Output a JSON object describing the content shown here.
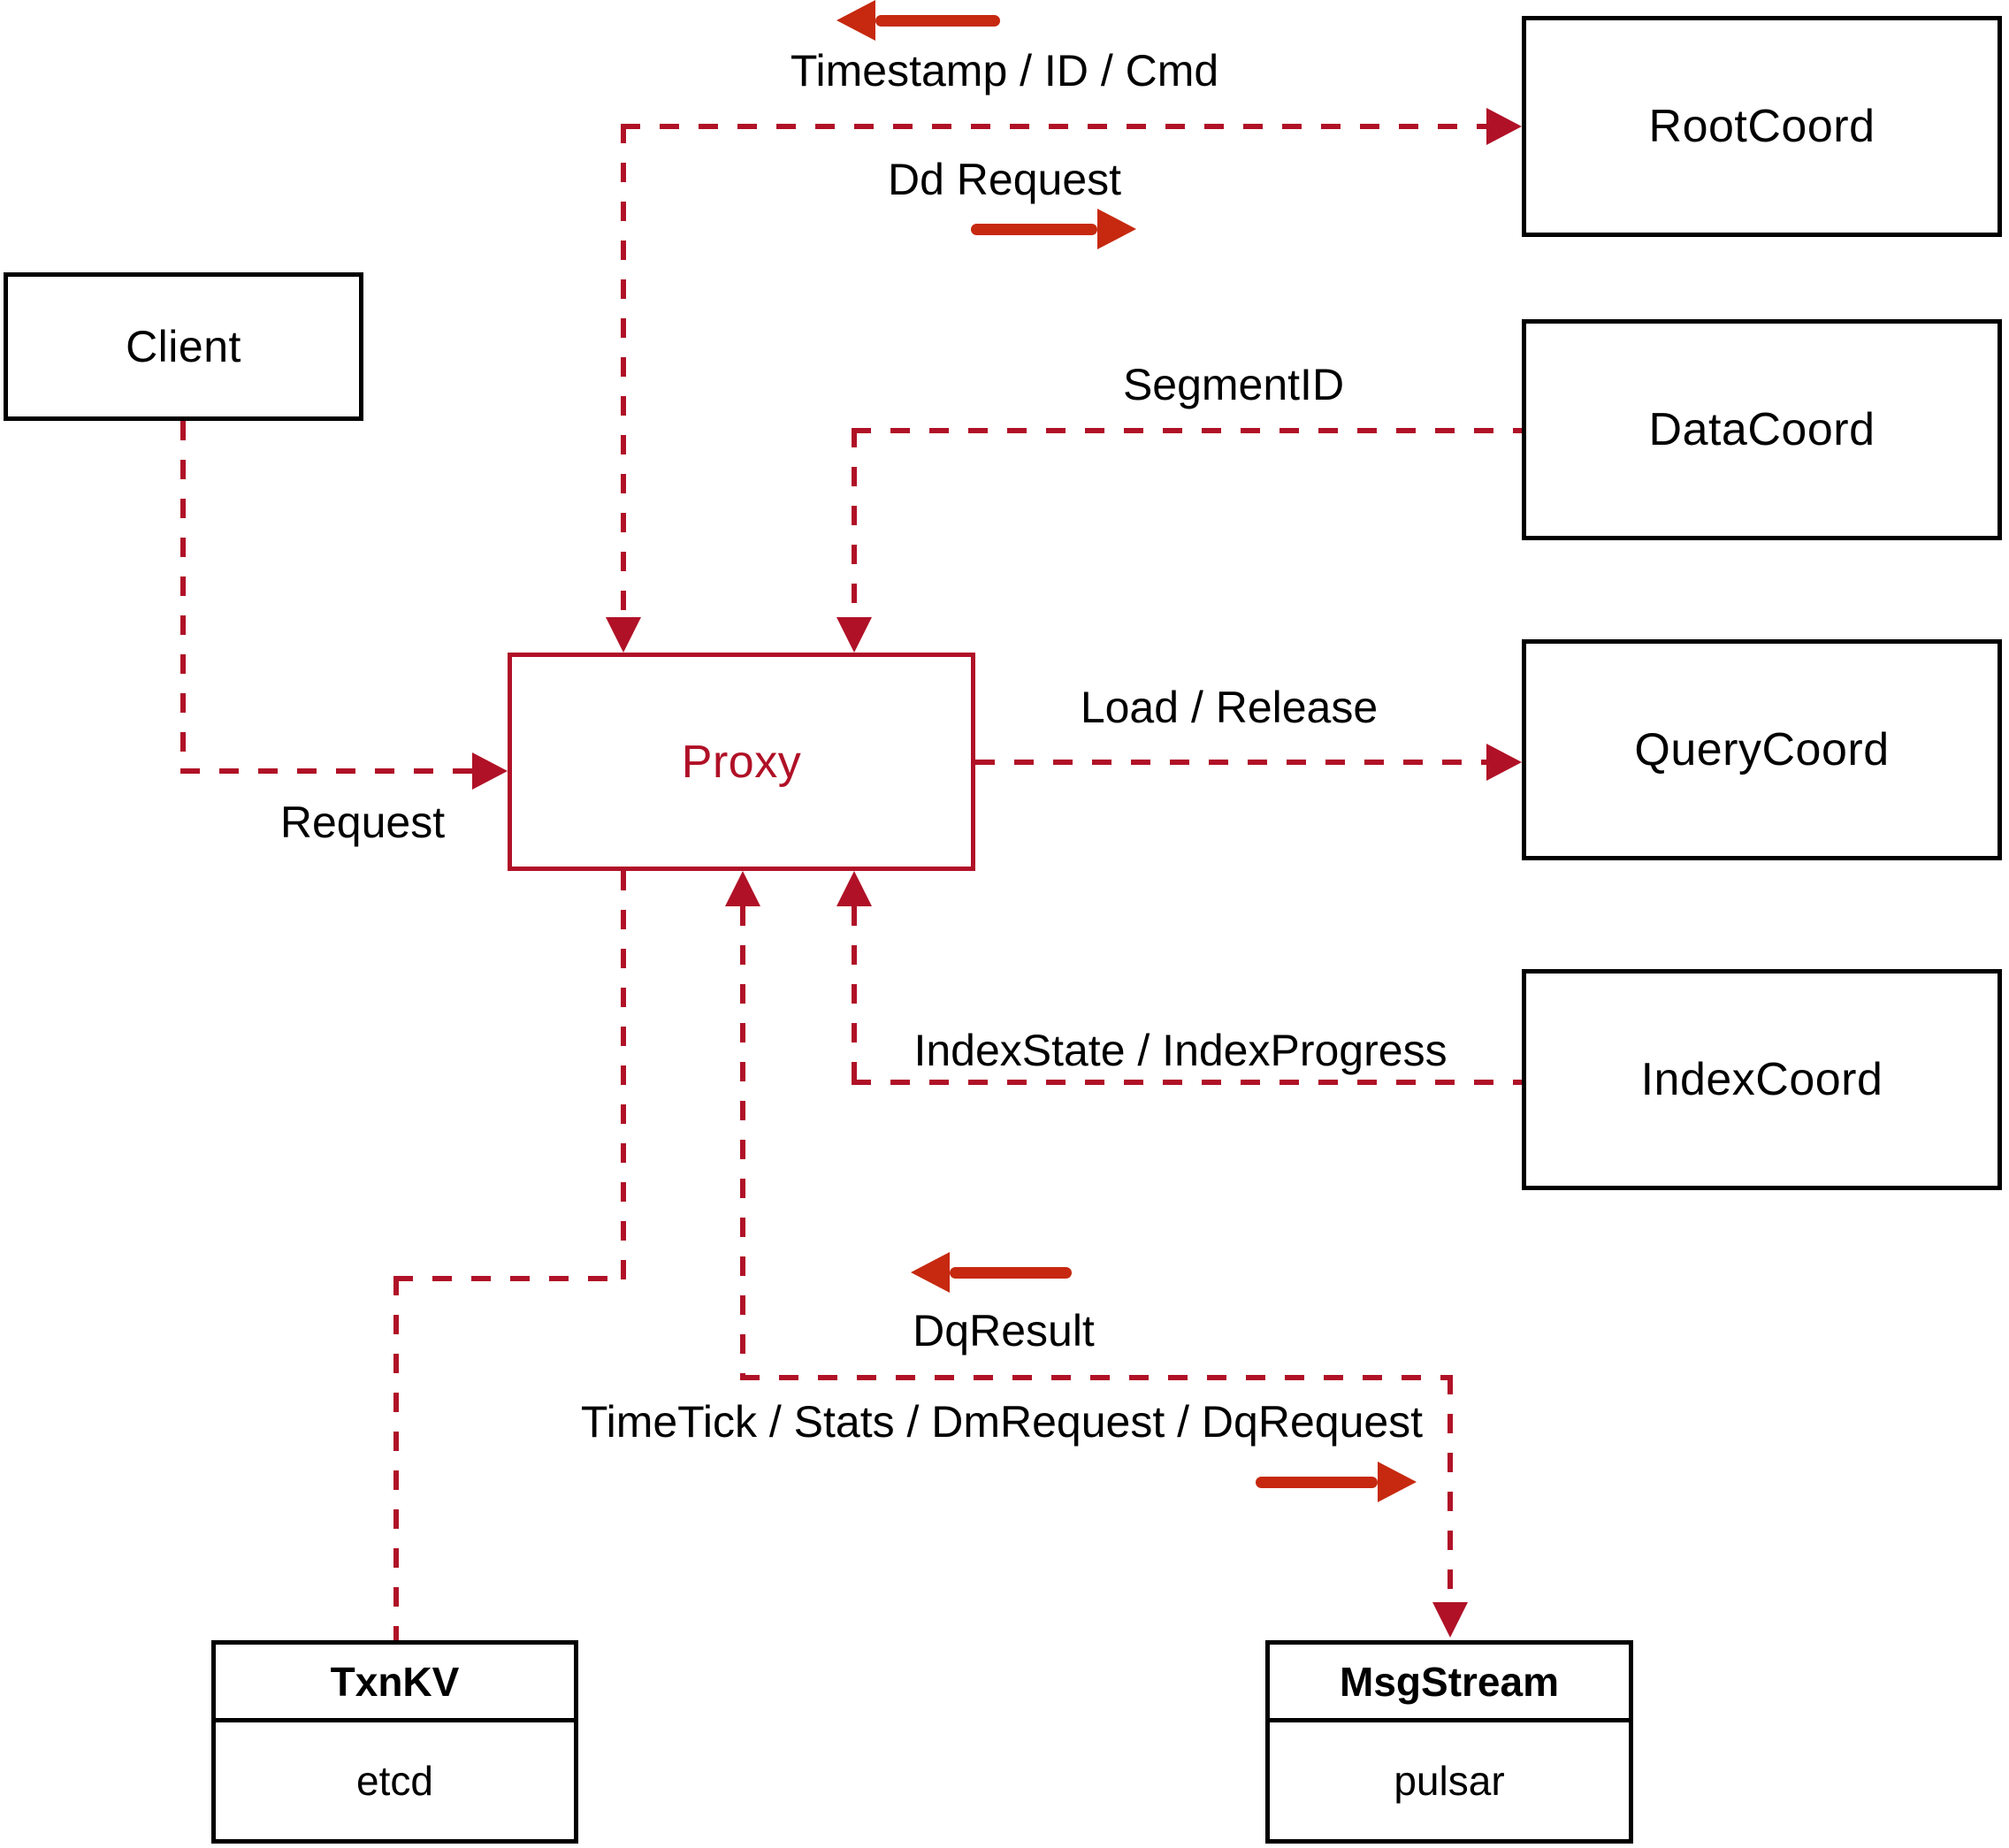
{
  "colors": {
    "background": "#ffffff",
    "box_border": "#000000",
    "text": "#000000",
    "dashed_line_red": "#b01127",
    "solid_arrow_red": "#c6290f",
    "proxy_red": "#b01127"
  },
  "nodes": {
    "client": {
      "label": "Client"
    },
    "proxy": {
      "label": "Proxy"
    },
    "root_coord": {
      "label": "RootCoord"
    },
    "data_coord": {
      "label": "DataCoord"
    },
    "query_coord": {
      "label": "QueryCoord"
    },
    "index_coord": {
      "label": "IndexCoord"
    },
    "txn_kv": {
      "title": "TxnKV",
      "implementation": "etcd"
    },
    "msg_stream": {
      "title": "MsgStream",
      "implementation": "pulsar"
    }
  },
  "edge_labels": {
    "request": "Request",
    "timestamp_id_cmd": "Timestamp / ID / Cmd",
    "dd_request": "Dd Request",
    "segment_id": "SegmentID",
    "load_release": "Load / Release",
    "index_state_progress": "IndexState / IndexProgress",
    "dq_result": "DqResult",
    "time_tick_stats": "TimeTick / Stats / DmRequest / DqRequest"
  }
}
